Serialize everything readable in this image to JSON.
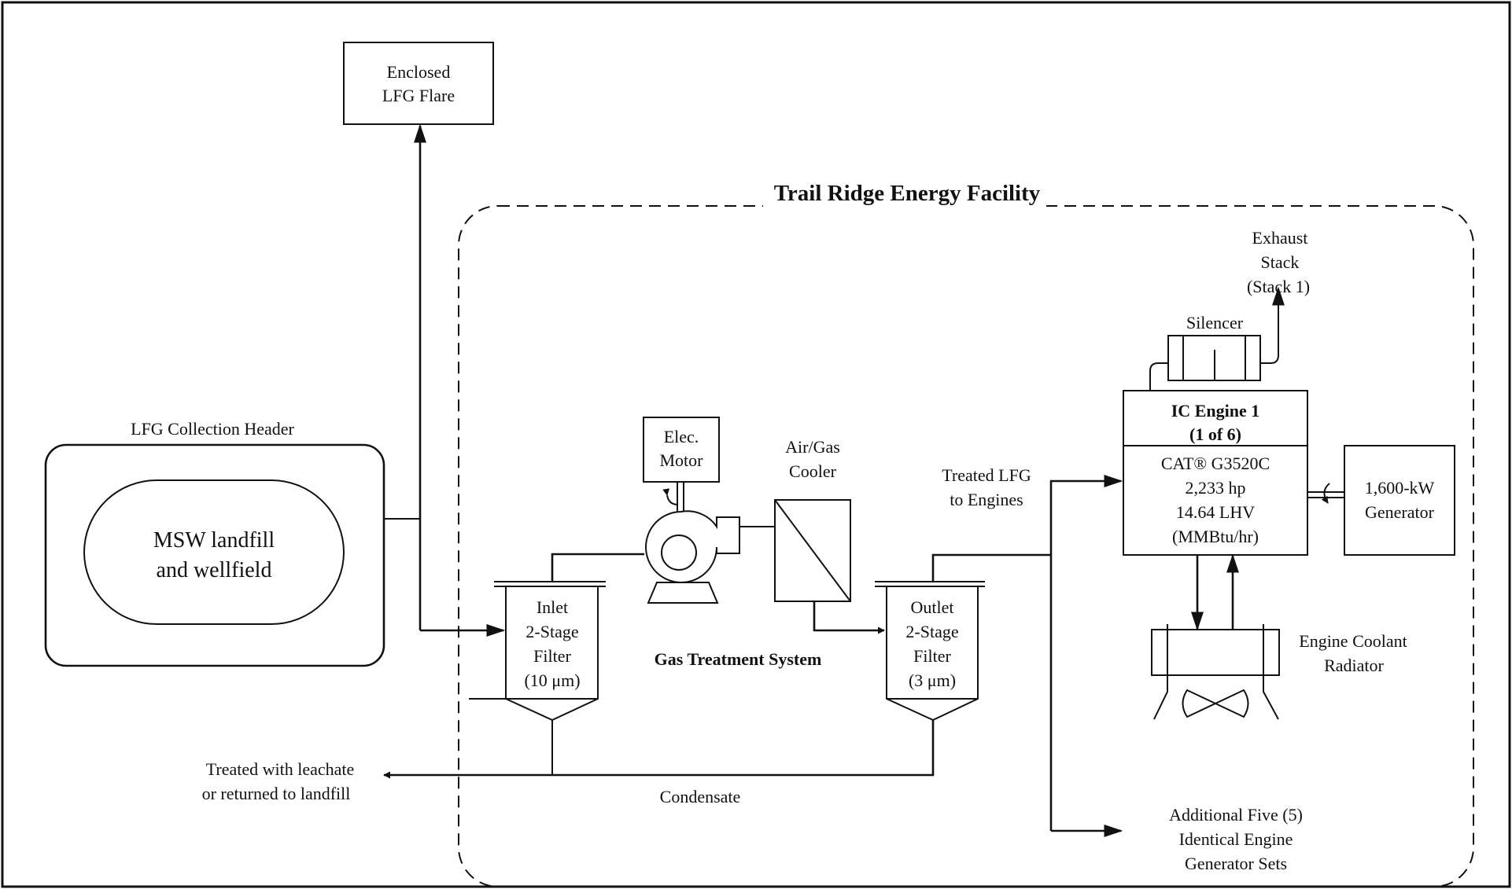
{
  "facility_title": "Trail Ridge Energy Facility",
  "flare": {
    "line1": "Enclosed",
    "line2": "LFG Flare"
  },
  "header": {
    "title": "LFG Collection Header",
    "landfill_line1": "MSW landfill",
    "landfill_line2": "and wellfield"
  },
  "inlet_filter": {
    "line1": "Inlet",
    "line2": "2-Stage",
    "line3": "Filter",
    "line4": "(10 μm)"
  },
  "outlet_filter": {
    "line1": "Outlet",
    "line2": "2-Stage",
    "line3": "Filter",
    "line4": "(3 μm)"
  },
  "motor": {
    "line1": "Elec.",
    "line2": "Motor"
  },
  "cooler": {
    "line1": "Air/Gas",
    "line2": "Cooler"
  },
  "gas_treatment_label": "Gas Treatment System",
  "treated_lfg": {
    "line1": "Treated LFG",
    "line2": "to Engines"
  },
  "engine": {
    "title1": "IC Engine 1",
    "title2": "(1 of  6)",
    "model": "CAT® G3520C",
    "hp": "2,233 hp",
    "lhv": "14.64 LHV",
    "units": "(MMBtu/hr)"
  },
  "generator": {
    "line1": "1,600-kW",
    "line2": "Generator"
  },
  "silencer_label": "Silencer",
  "exhaust": {
    "line1": "Exhaust",
    "line2": "Stack",
    "line3": "(Stack 1)"
  },
  "radiator": {
    "line1": "Engine Coolant",
    "line2": "Radiator"
  },
  "leachate": {
    "line1": "Treated with leachate",
    "line2": "or returned to landfill"
  },
  "condensate_label": "Condensate",
  "additional": {
    "line1": "Additional Five (5)",
    "line2": "Identical Engine",
    "line3": "Generator Sets"
  },
  "colors": {
    "ink": "#111111",
    "paper": "#ffffff"
  }
}
